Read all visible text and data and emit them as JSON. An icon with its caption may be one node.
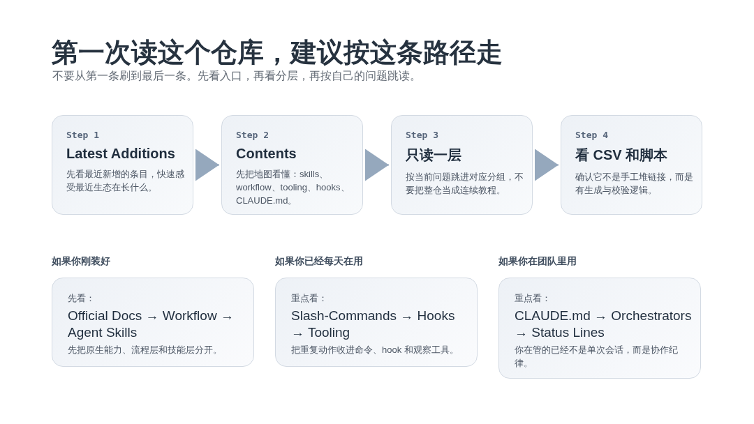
{
  "diagram": {
    "title": "第一次读这个仓库，建议按这条路径走",
    "caption": "不要从第一条刷到最后一条。先看入口，再看分层，再按自己的问题跳读。",
    "nodes": [
      {
        "text": [
          "Step 1",
          "Latest Additions",
          "先看最近新增的条目，快速感受最近生态在长什么。"
        ]
      },
      {
        "text": [
          "Step 2",
          "Contents",
          "先把地图看懂：skills、workflow、tooling、hooks、CLAUDE.md。"
        ]
      },
      {
        "text": [
          "Step 3",
          "只读一层",
          "按当前问题跳进对应分组，不要把整仓当成连续教程。"
        ]
      },
      {
        "text": [
          "Step 4",
          "看 CSV 和脚本",
          "确认它不是手工堆链接，而是有生成与校验逻辑。"
        ]
      },
      {
        "text": [
          "如果你刚装好",
          "先看：",
          "Official Docs → Workflow → Agent Skills",
          "先把原生能力、流程层和技能层分开。"
        ]
      },
      {
        "text": [
          "如果你已经每天在用",
          "重点看：",
          "Slash-Commands → Hooks → Tooling",
          "把重复动作收进命令、hook 和观察工具。"
        ]
      },
      {
        "text": [
          "如果你在团队里用",
          "重点看：",
          "CLAUDE.md → Orchestrators → Status Lines",
          "你在管的已经不是单次会话，而是协作纪律。"
        ]
      }
    ],
    "edges": [
      {
        "from": 0,
        "to": 1,
        "arrow": "to"
      },
      {
        "from": 1,
        "to": 2,
        "arrow": "to"
      },
      {
        "from": 2,
        "to": 3,
        "arrow": "to"
      }
    ]
  }
}
